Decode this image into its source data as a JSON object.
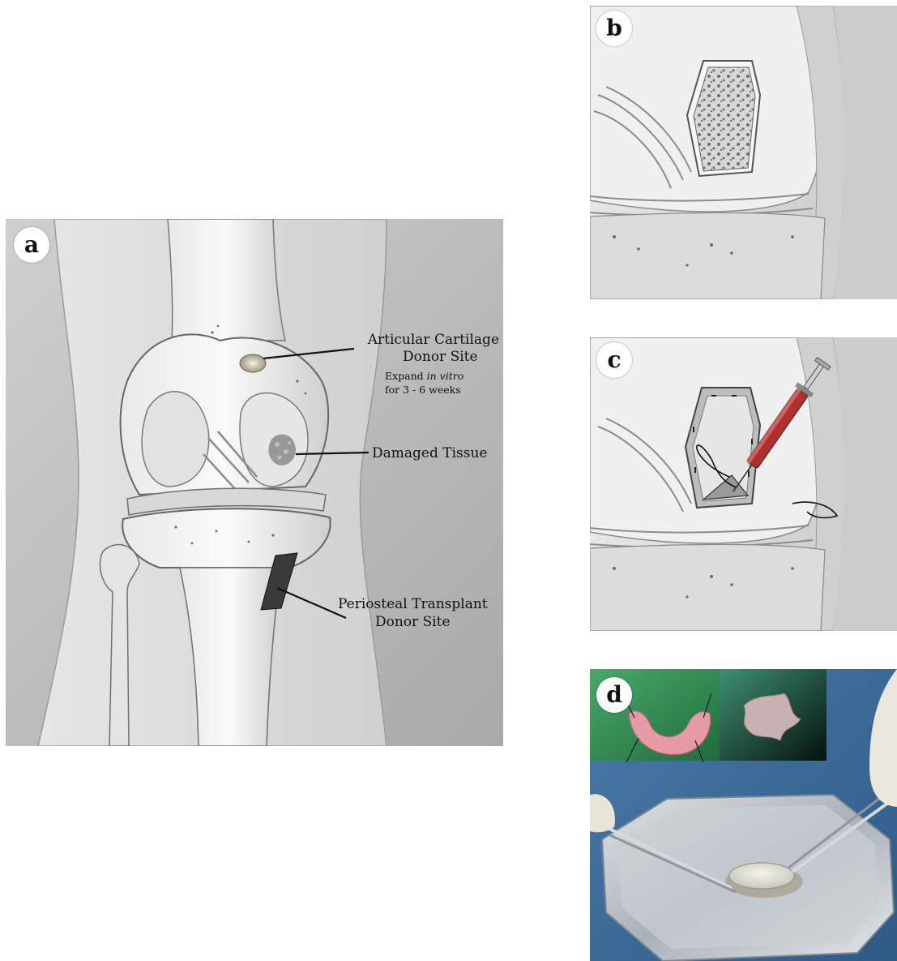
{
  "panels": {
    "a": {
      "badge": "a",
      "labels": {
        "cartilage_line1": "Articular Cartilage",
        "cartilage_line2": "Donor Site",
        "expand_pre": "Expand ",
        "expand_italic": "in vitro",
        "expand_line2": "for 3 - 6 weeks",
        "damaged": "Damaged Tissue",
        "periosteal_line1": "Periosteal Transplant",
        "periosteal_line2": "Donor Site"
      }
    },
    "b": {
      "badge": "b"
    },
    "c": {
      "badge": "c"
    },
    "d": {
      "badge": "d"
    }
  },
  "colors": {
    "illustration_gray": "#c8c8c8",
    "cartilage_donor": "#d4d0b4",
    "damaged_tissue": "#8a8a8a",
    "periosteal_patch": "#3a3a3a",
    "syringe_fluid": "#b03030",
    "green_drape": "#2f8a50",
    "blue_drape": "#3f6e9e",
    "steel": "#b9bec4",
    "implant_pink": "#e79aa4"
  }
}
